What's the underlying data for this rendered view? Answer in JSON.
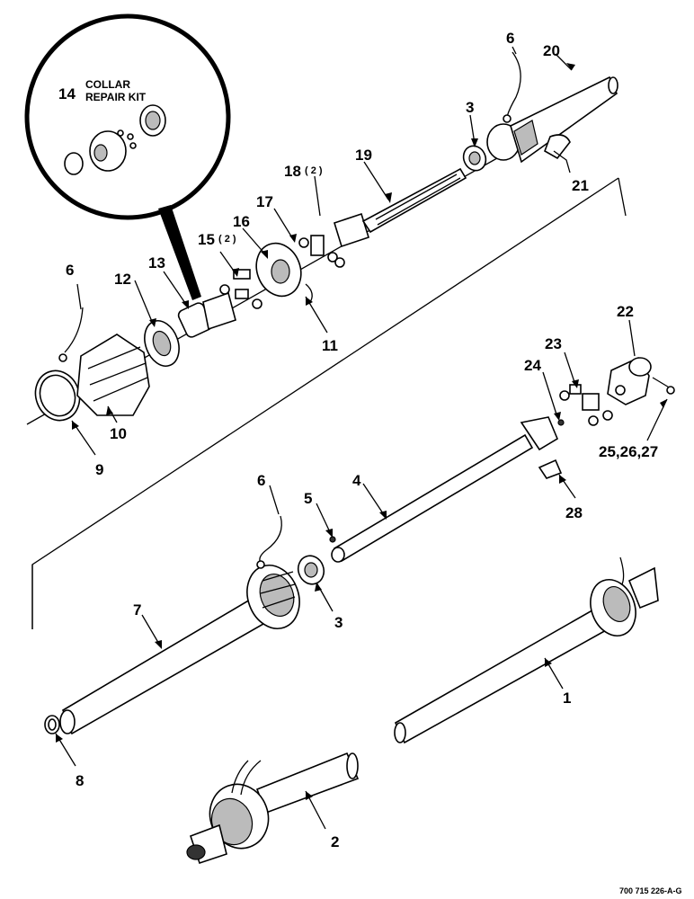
{
  "callouts": {
    "c1": "1",
    "c2": "2",
    "c3a": "3",
    "c3b": "3",
    "c4": "4",
    "c5": "5",
    "c6a": "6",
    "c6b": "6",
    "c6c": "6",
    "c7": "7",
    "c8": "8",
    "c9": "9",
    "c10": "10",
    "c11": "11",
    "c12": "12",
    "c13": "13",
    "c14": "14",
    "c15": "15",
    "c15q": "( 2 )",
    "c16": "16",
    "c17": "17",
    "c18": "18",
    "c18q": "( 2 )",
    "c19": "19",
    "c20": "20",
    "c21": "21",
    "c22": "22",
    "c23": "23",
    "c24": "24",
    "c25": "25,26,27",
    "c28": "28"
  },
  "kit": {
    "line1": "COLLAR",
    "line2": "REPAIR KIT"
  },
  "drawing_code": "700 715 226-A-G"
}
